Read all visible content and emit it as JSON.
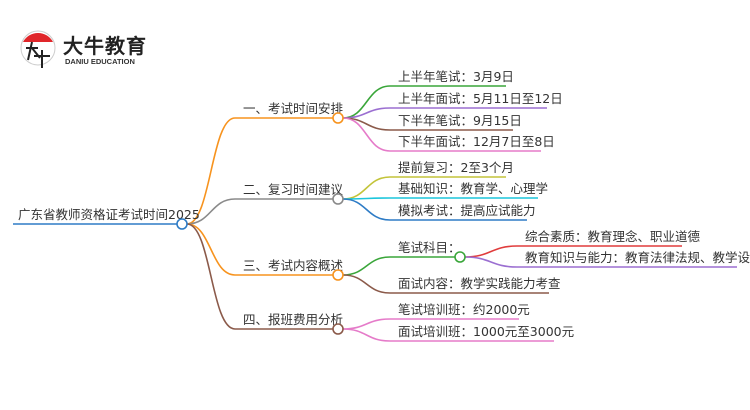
{
  "logo": {
    "name_cn": "大牛教育",
    "name_en": "DANIU EDUCATION",
    "mark": "大牛"
  },
  "root": {
    "label": "广东省教师资格证考试时间2025",
    "color": "#2e7cc6"
  },
  "branches": [
    {
      "label": "一、考试时间安排",
      "color": "#f7931e",
      "children": [
        {
          "label": "上半年笔试：3月9日",
          "color": "#3aa63a"
        },
        {
          "label": "上半年面试：5月11日至12日",
          "color": "#9b6fd1"
        },
        {
          "label": "下半年笔试：9月15日",
          "color": "#8b5a4a"
        },
        {
          "label": "下半年面试：12月7日至8日",
          "color": "#e57bc9"
        }
      ]
    },
    {
      "label": "二、复习时间建议",
      "color": "#8a8a8a",
      "children": [
        {
          "label": "提前复习：2至3个月",
          "color": "#c3c43a"
        },
        {
          "label": "基础知识：教育学、心理学",
          "color": "#1cc6dc"
        },
        {
          "label": "模拟考试：提高应试能力",
          "color": "#2e7cc6"
        }
      ]
    },
    {
      "label": "三、考试内容概述",
      "color": "#f7931e",
      "children": [
        {
          "label": "笔试科目：",
          "color": "#3aa63a",
          "children": [
            {
              "label": "综合素质：教育理念、职业道德",
              "color": "#e03c3c"
            },
            {
              "label": "教育知识与能力：教育法律法规、教学设计",
              "color": "#9b6fd1"
            }
          ]
        },
        {
          "label": "面试内容：教学实践能力考查",
          "color": "#8b5a4a"
        }
      ]
    },
    {
      "label": "四、报班费用分析",
      "color": "#8b5a4a",
      "children": [
        {
          "label": "笔试培训班：约2000元",
          "color": "#e57bc9"
        },
        {
          "label": "面试培训班：1000元至3000元",
          "color": "#e57bc9"
        }
      ]
    }
  ]
}
